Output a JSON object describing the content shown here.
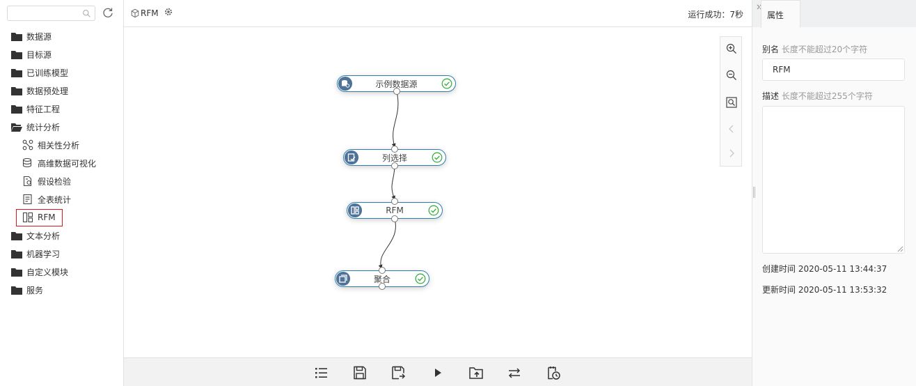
{
  "sidebar": {
    "search": {
      "placeholder": "",
      "value": ""
    },
    "tree": [
      {
        "label": "数据源"
      },
      {
        "label": "目标源"
      },
      {
        "label": "已训练模型"
      },
      {
        "label": "数据预处理"
      },
      {
        "label": "特征工程"
      },
      {
        "label": "统计分析",
        "expanded": true
      },
      {
        "label": "相关性分析"
      },
      {
        "label": "高维数据可视化"
      },
      {
        "label": "假设检验"
      },
      {
        "label": "全表统计"
      },
      {
        "label": "RFM",
        "selected": true
      },
      {
        "label": "文本分析"
      },
      {
        "label": "机器学习"
      },
      {
        "label": "自定义模块"
      },
      {
        "label": "服务"
      }
    ]
  },
  "header": {
    "title": "RFM",
    "status": "运行成功：7秒"
  },
  "canvas": {
    "nodes": [
      {
        "label": "示例数据源",
        "status": "success"
      },
      {
        "label": "列选择",
        "status": "success"
      },
      {
        "label": "RFM",
        "status": "success"
      },
      {
        "label": "聚合",
        "status": "success"
      }
    ]
  },
  "properties": {
    "tab": "属性",
    "alias_label": "别名",
    "alias_hint": "长度不能超过20个字符",
    "alias_value": "RFM",
    "desc_label": "描述",
    "desc_hint": "长度不能超过255个字符",
    "desc_value": "",
    "created_label": "创建时间",
    "created_value": "2020-05-11 13:44:37",
    "updated_label": "更新时间",
    "updated_value": "2020-05-11 13:53:32"
  },
  "colors": {
    "node_border": "#2a7fae",
    "node_icon": "#4f7398",
    "success": "#3cb043",
    "selected_outline": "#d9161c"
  }
}
